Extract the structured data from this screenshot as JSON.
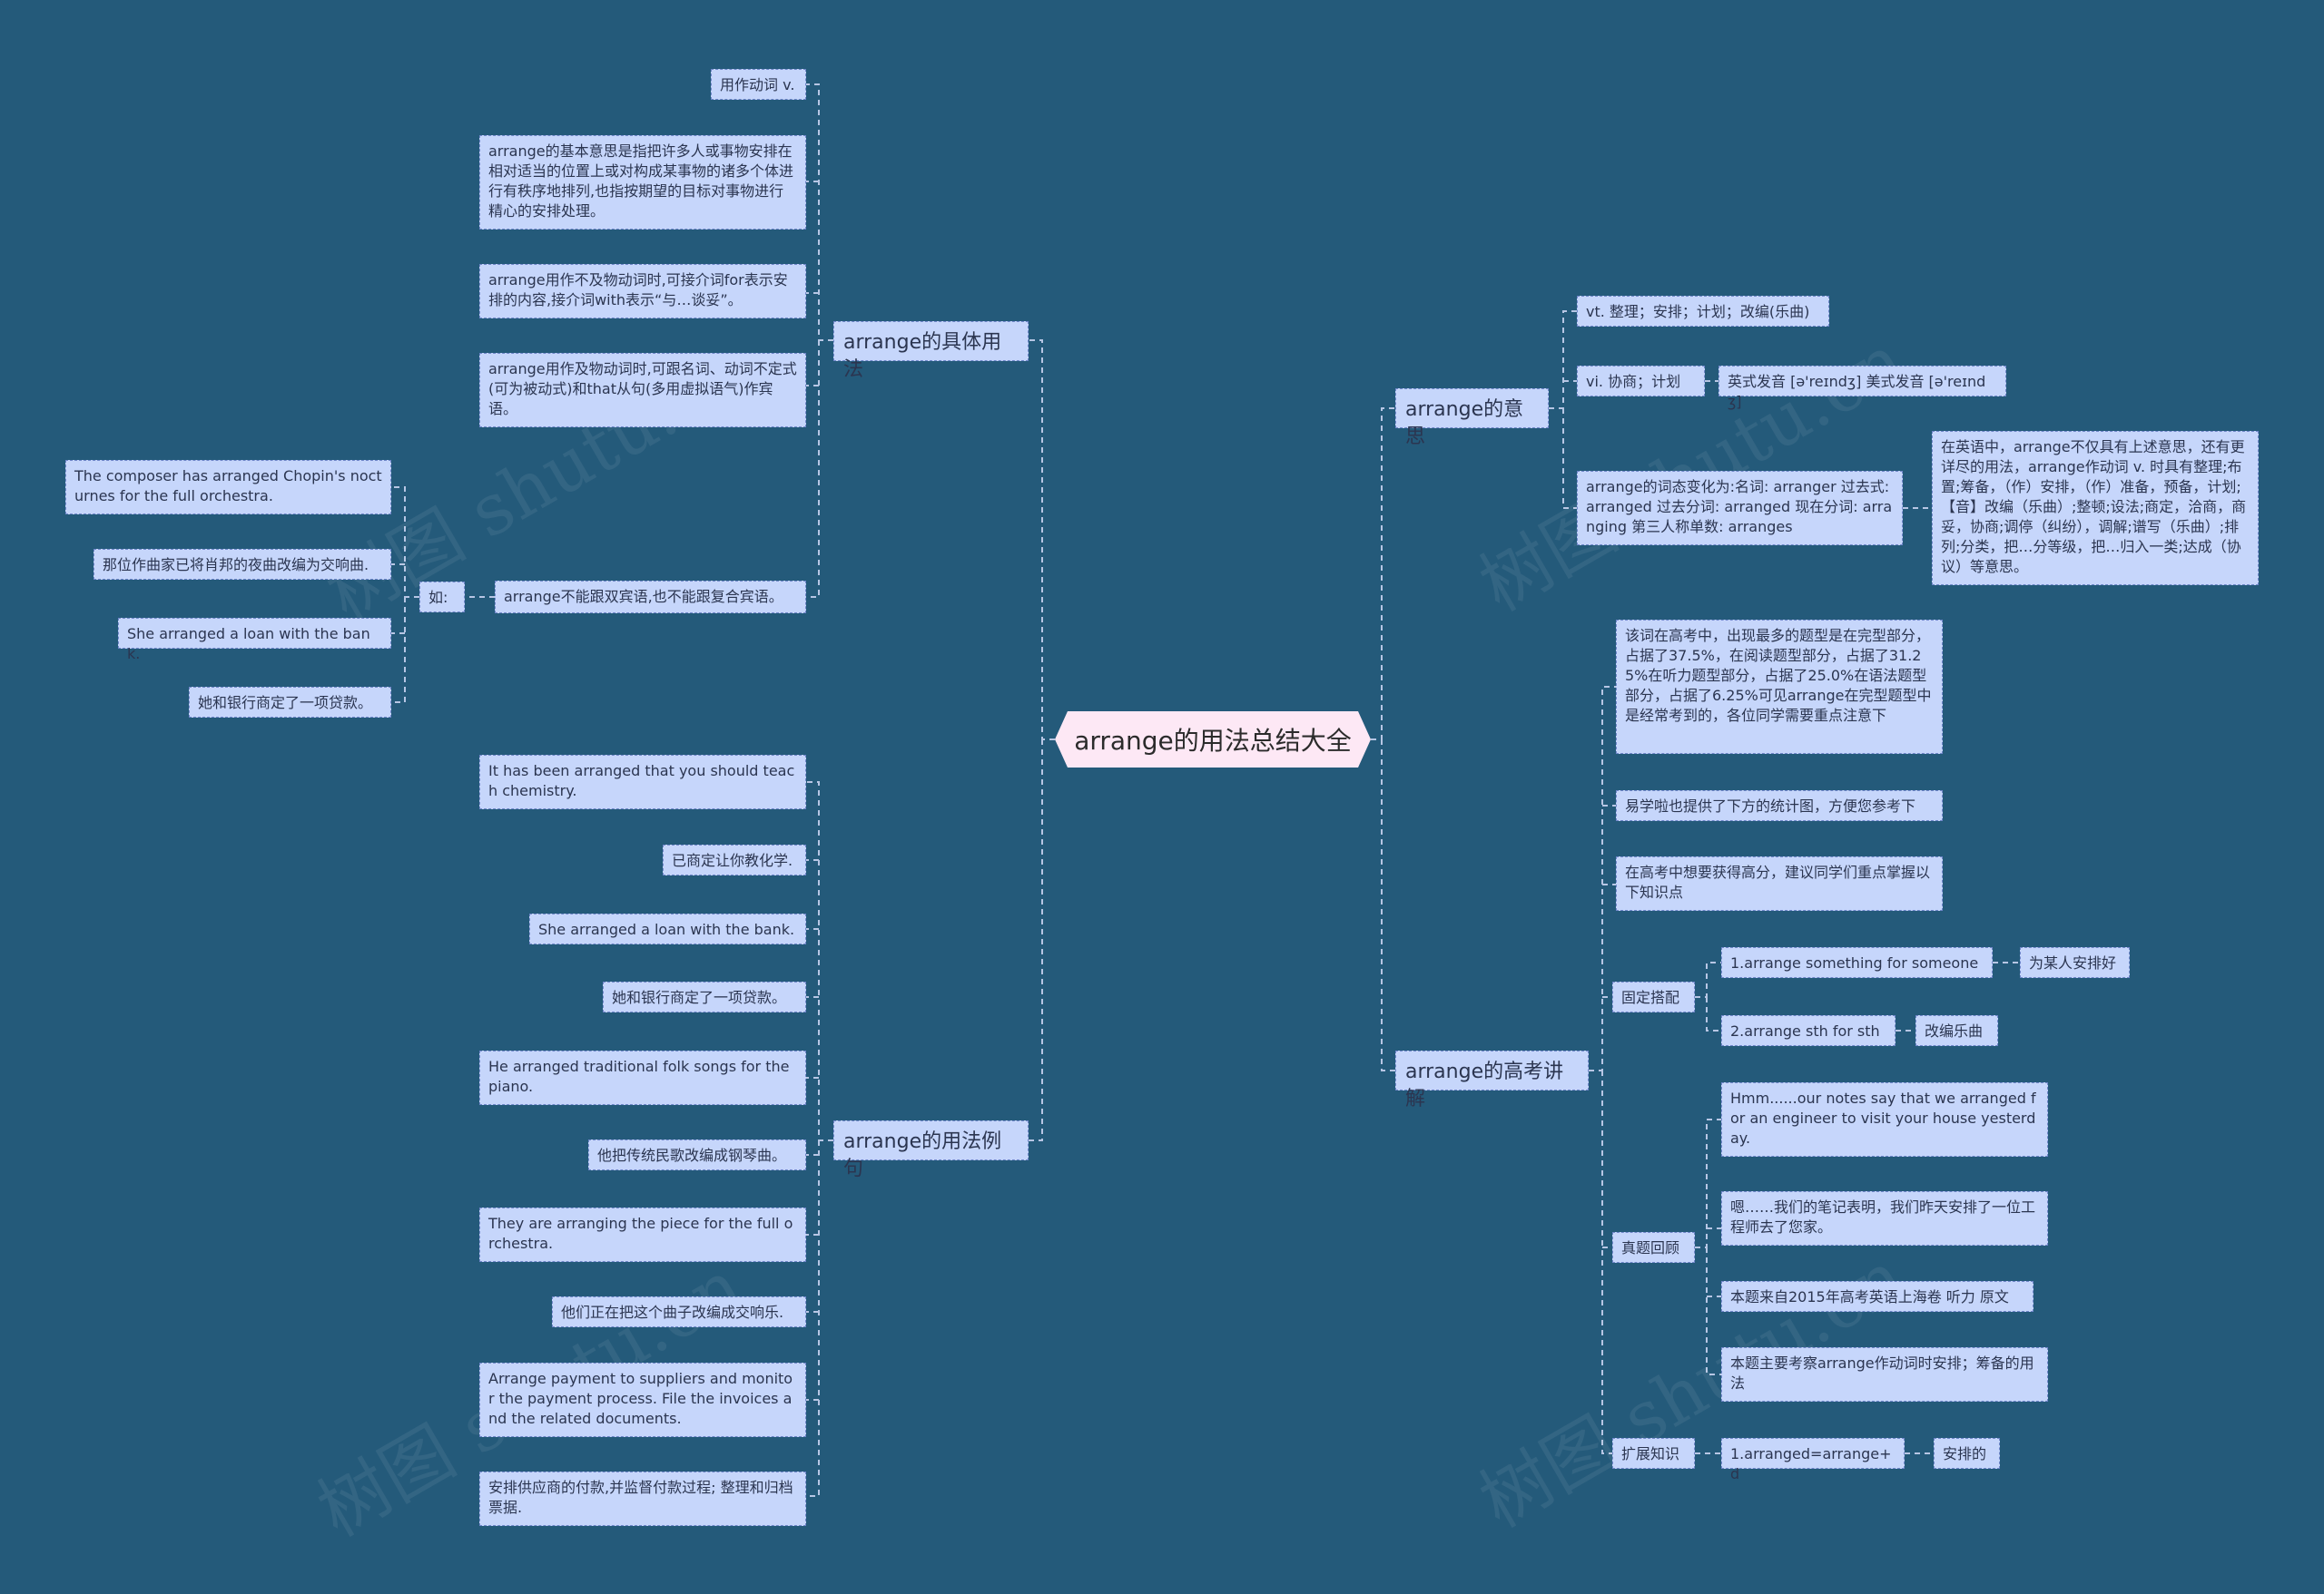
{
  "root": "arrange的用法总结大全",
  "watermark": "树图 shutu.cn",
  "left": {
    "usage": {
      "title": "arrange的具体用法",
      "items": [
        "用作动词 v.",
        "arrange的基本意思是指把许多人或事物安排在相对适当的位置上或对构成某事物的诸多个体进行有秩序地排列,也指按期望的目标对事物进行精心的安排处理。",
        "arrange用作不及物动词时,可接介词for表示安排的内容,接介词with表示“与…谈妥”。",
        "arrange用作及物动词时,可跟名词、动词不定式(可为被动式)和that从句(多用虚拟语气)作宾语。",
        "arrange不能跟双宾语,也不能跟复合宾语。"
      ],
      "ru_label": "如:",
      "examples": [
        "The composer has arranged Chopin's nocturnes for the full orchestra.",
        "那位作曲家已将肖邦的夜曲改编为交响曲.",
        "She arranged a loan with the bank.",
        "她和银行商定了一项贷款。"
      ]
    },
    "sentences": {
      "title": "arrange的用法例句",
      "items": [
        "It has been arranged that you should teach chemistry.",
        "已商定让你教化学.",
        "She arranged a loan with the bank.",
        "她和银行商定了一项贷款。",
        "He arranged traditional folk songs for the piano.",
        "他把传统民歌改编成钢琴曲。",
        "They are arranging the piece for the full orchestra.",
        "他们正在把这个曲子改编成交响乐.",
        "Arrange payment to suppliers and monitor the payment process. File the invoices and the related documents.",
        "安排供应商的付款,并监督付款过程; 整理和归档票据."
      ]
    }
  },
  "right": {
    "meaning": {
      "title": "arrange的意思",
      "vt": "vt. 整理；安排；计划；改编(乐曲)",
      "vi": "vi. 协商；计划",
      "pron": "英式发音 [ə'reɪndʒ] 美式发音 [ə'reɪndʒ]",
      "forms": "arrange的词态变化为:名词: arranger 过去式: arranged 过去分词: arranged 现在分词: arranging 第三人称单数: arranges",
      "detail": "在英语中，arrange不仅具有上述意思，还有更详尽的用法，arrange作动词 v. 时具有整理;布置;筹备，（作）安排，（作）准备，预备，计划;【音】改编（乐曲）;整顿;设法;商定，洽商，商妥，协商;调停（纠纷），调解;谱写（乐曲）;排列;分类，把…分等级，把…归入一类;达成（协议）等意思。"
    },
    "exam": {
      "title": "arrange的高考讲解",
      "stats": "该词在高考中，出现最多的题型是在完型部分，占据了37.5%，在阅读题型部分，占据了31.25%在听力题型部分，占据了25.0%在语法题型部分，占据了6.25%可见arrange在完型题型中是经常考到的，各位同学需要重点注意下",
      "chart_note": "易学啦也提供了下方的统计图，方便您参考下",
      "advice": "在高考中想要获得高分，建议同学们重点掌握以下知识点",
      "fixed": {
        "label": "固定搭配",
        "items": [
          {
            "phrase": "1.arrange something for someone",
            "meaning": "为某人安排好"
          },
          {
            "phrase": "2.arrange sth for sth",
            "meaning": "改编乐曲"
          }
        ]
      },
      "review": {
        "label": "真题回顾",
        "items": [
          "Hmm......our notes say that we arranged for an engineer to visit your house yesterday.",
          "嗯……我们的笔记表明，我们昨天安排了一位工程师去了您家。",
          "本题来自2015年高考英语上海卷 听力 原文",
          "本题主要考察arrange作动词时安排；筹备的用法"
        ]
      },
      "extend": {
        "label": "扩展知识",
        "phrase": "1.arranged=arrange+d",
        "meaning": "安排的"
      }
    }
  }
}
